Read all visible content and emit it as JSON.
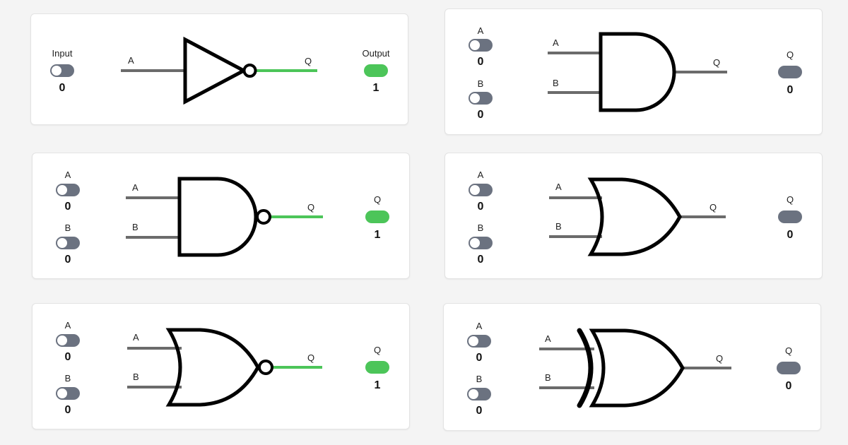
{
  "colors": {
    "wire_off": "#6b6b6b",
    "wire_on": "#4cc559",
    "toggle_off": "#6b7280",
    "indicator_on": "#4cc559"
  },
  "not_gate": {
    "input_label": "Input",
    "input_value": "0",
    "output_label": "Output",
    "output_value": "1",
    "pin_a": "A",
    "pin_q": "Q"
  },
  "and_gate": {
    "a_label": "A",
    "a_value": "0",
    "b_label": "B",
    "b_value": "0",
    "q_label": "Q",
    "q_value": "0",
    "pin_a": "A",
    "pin_b": "B",
    "pin_q": "Q"
  },
  "nand_gate": {
    "a_label": "A",
    "a_value": "0",
    "b_label": "B",
    "b_value": "0",
    "q_label": "Q",
    "q_value": "1",
    "pin_a": "A",
    "pin_b": "B",
    "pin_q": "Q"
  },
  "or_gate": {
    "a_label": "A",
    "a_value": "0",
    "b_label": "B",
    "b_value": "0",
    "q_label": "Q",
    "q_value": "0",
    "pin_a": "A",
    "pin_b": "B",
    "pin_q": "Q"
  },
  "nor_gate": {
    "a_label": "A",
    "a_value": "0",
    "b_label": "B",
    "b_value": "0",
    "q_label": "Q",
    "q_value": "1",
    "pin_a": "A",
    "pin_b": "B",
    "pin_q": "Q"
  },
  "xor_gate": {
    "a_label": "A",
    "a_value": "0",
    "b_label": "B",
    "b_value": "0",
    "q_label": "Q",
    "q_value": "0",
    "pin_a": "A",
    "pin_b": "B",
    "pin_q": "Q"
  }
}
